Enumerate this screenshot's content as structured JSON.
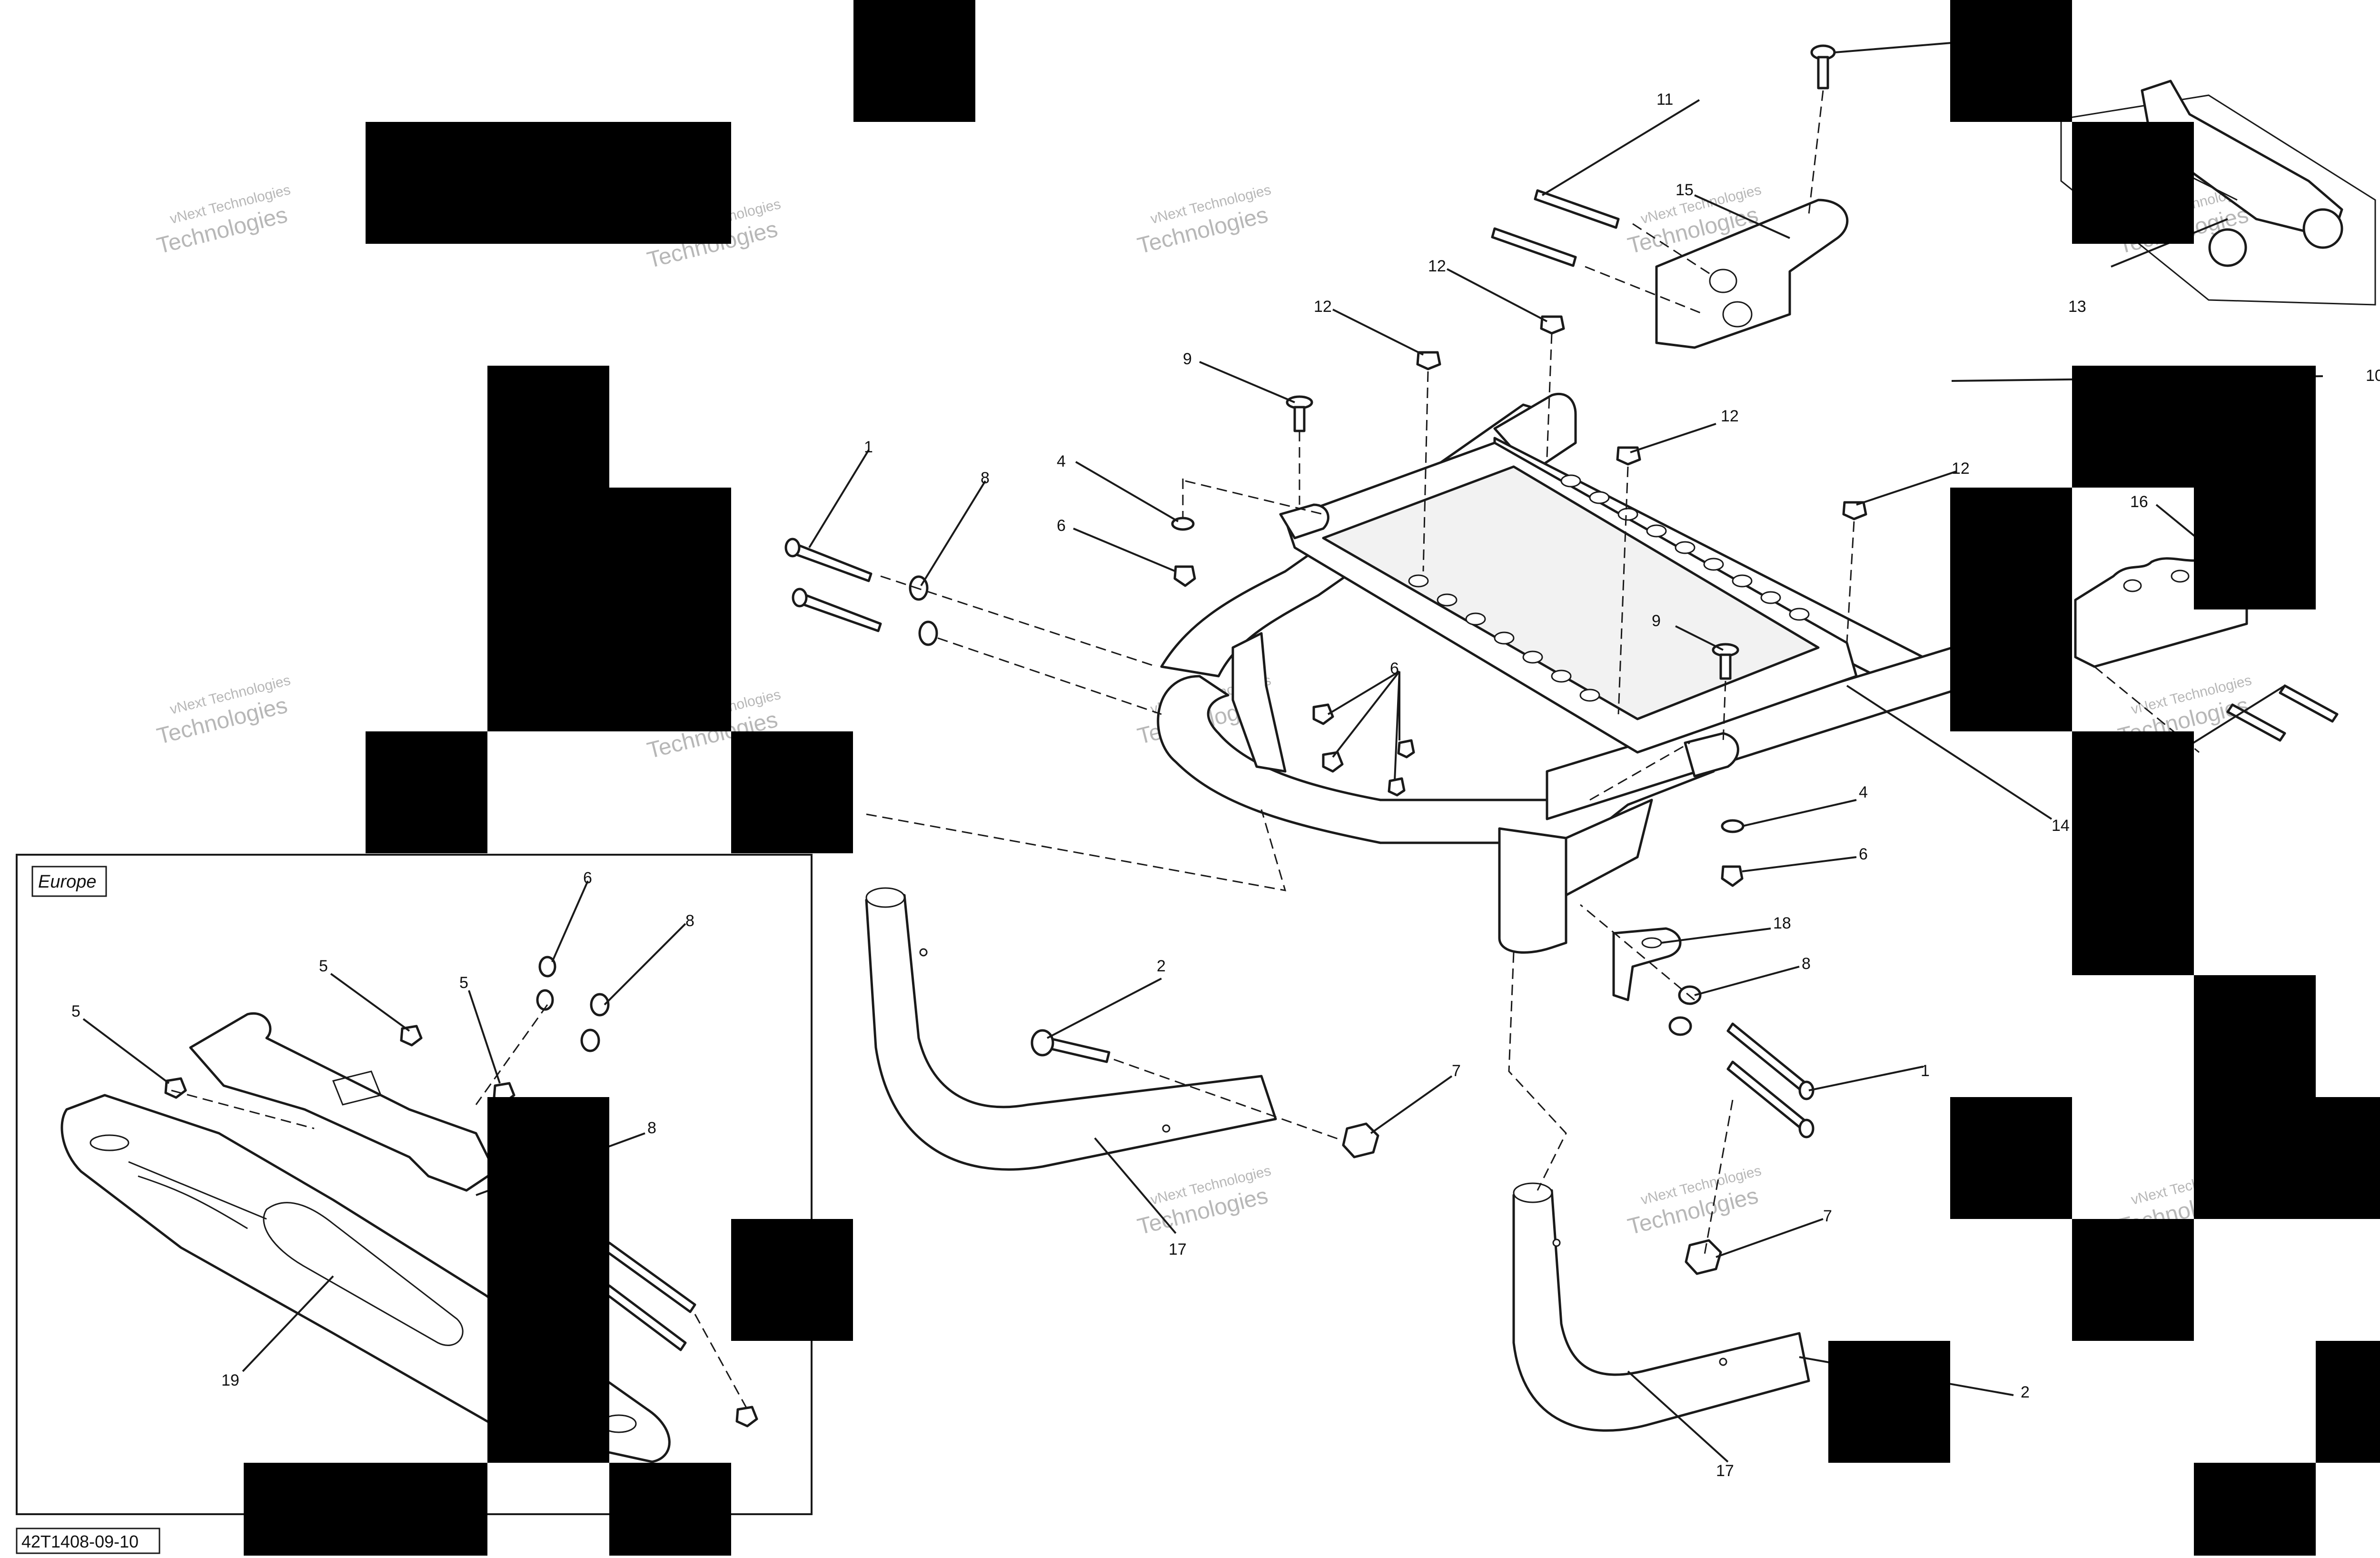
{
  "figure_id": "42T1408-09-10",
  "inset_label": "Europe",
  "watermark": {
    "line1": "vNext Technologies",
    "line2": "Technologies"
  },
  "callouts": {
    "c1a": "1",
    "c1b": "1",
    "c2a": "2",
    "c2b": "2",
    "c4a": "4",
    "c4b": "4",
    "c5a": "5",
    "c5b": "5",
    "c5c": "5",
    "c6a": "6",
    "c6b": "6",
    "c6c": "6",
    "c6d": "6",
    "c7a": "7",
    "c7b": "7",
    "c8a": "8",
    "c8b": "8",
    "c8c": "8",
    "c8d": "8",
    "c9a": "9",
    "c9b": "9",
    "c10": "10",
    "c11": "11",
    "c12a": "12",
    "c12b": "12",
    "c12c": "12",
    "c12d": "12",
    "c13": "13",
    "c14": "14",
    "c15": "15",
    "c16": "16",
    "c17a": "17",
    "c17b": "17",
    "c18": "18",
    "c19": "19"
  }
}
